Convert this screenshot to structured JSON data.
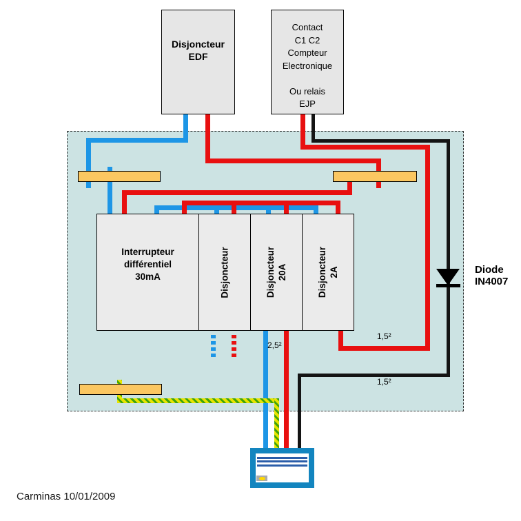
{
  "boxes": {
    "edf": {
      "text": "Disjoncteur\nEDF"
    },
    "contact": {
      "text": "Contact\nC1 C2\nCompteur\nElectronique\n\nOu relais\nEJP"
    },
    "differential": {
      "text": "Interrupteur\ndifférentiel\n30mA"
    },
    "breaker1": {
      "text": "Disjoncteur"
    },
    "breaker2": {
      "text": "Disjoncteur\n20A"
    },
    "breaker3": {
      "text": "Disjoncteur\n2A"
    }
  },
  "labels": {
    "section_25": "2,5²",
    "section_15_top": "1,5²",
    "section_15_bottom": "1,5²",
    "diode": "Diode\nIN4007",
    "credit": "Carminas 10/01/2009"
  },
  "colors": {
    "panel-bg": "#cce3e3",
    "box-bg": "#e6e6e6",
    "module-bg": "#ebebeb",
    "wire-blue": "#1d96e6",
    "wire-red": "#e81010",
    "wire-black": "#141414",
    "earth-yellow": "#e8e400",
    "earth-green": "#3fa30c",
    "busbar": "#fbc761",
    "device-blue": "#1385bf",
    "device-line": "#2b5da9",
    "button-yellow": "#ffd800",
    "button-gray": "#ababab"
  }
}
